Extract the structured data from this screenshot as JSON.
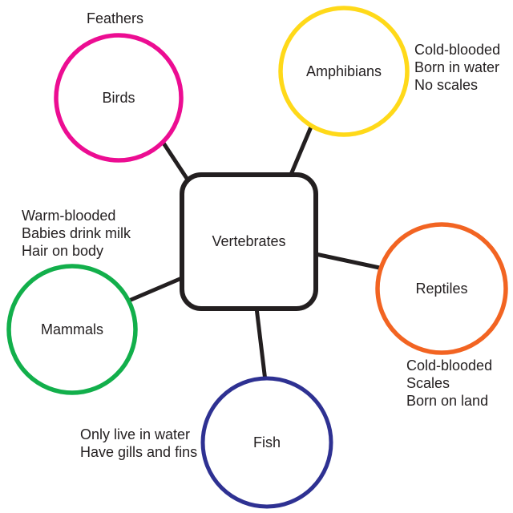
{
  "diagram": {
    "center_label": "Vertebrates",
    "colors": {
      "connector": "#231F20",
      "text": "#231F20",
      "background": "#FFFFFF",
      "birds": "#EC0D92",
      "amphibians": "#FFD919",
      "mammals": "#12AF4B",
      "reptiles": "#F26422",
      "fish": "#2E3192"
    },
    "nodes": {
      "birds": {
        "label": "Birds",
        "traits": [
          "Feathers"
        ]
      },
      "amphibians": {
        "label": "Amphibians",
        "traits": [
          "Cold-blooded",
          "Born in water",
          "No scales"
        ]
      },
      "mammals": {
        "label": "Mammals",
        "traits": [
          "Warm-blooded",
          "Babies drink milk",
          "Hair on body"
        ]
      },
      "reptiles": {
        "label": "Reptiles",
        "traits": [
          "Cold-blooded",
          "Scales",
          "Born on land"
        ]
      },
      "fish": {
        "label": "Fish",
        "traits": [
          "Only live in water",
          "Have gills and fins"
        ]
      }
    }
  }
}
